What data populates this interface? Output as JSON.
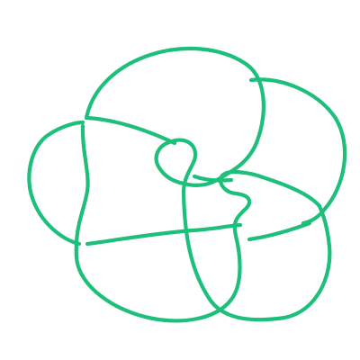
{
  "diagram": {
    "type": "knot-diagram",
    "background_color": "#ffffff",
    "stroke_color": "#1dbf7a",
    "crossing_style": "over-under gaps",
    "loops": 4
  }
}
